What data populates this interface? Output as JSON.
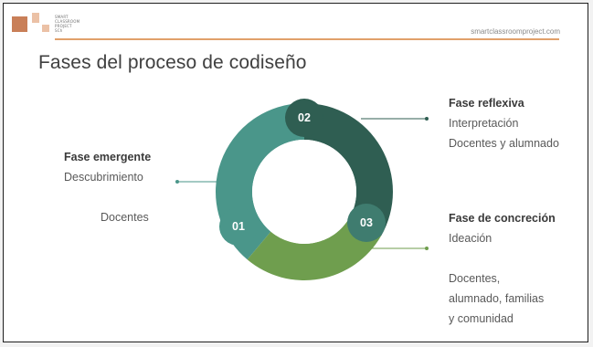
{
  "header": {
    "logo_lines": [
      "SMART",
      "CLASSROOM",
      "PROJECT",
      "SCh"
    ],
    "url": "smartclassroomproject.com"
  },
  "title": "Fases del proceso de codiseño",
  "phases": {
    "emergente": {
      "number": "01",
      "title": "Fase emergente",
      "subtitle": "Descubrimiento",
      "participants": [
        "Docentes"
      ],
      "color": "#4a968a"
    },
    "reflexiva": {
      "number": "02",
      "title": "Fase reflexiva",
      "subtitle": "Interpretación",
      "participants": [
        "Docentes y alumnado"
      ],
      "color": "#2f5e52"
    },
    "concrecion": {
      "number": "03",
      "title": "Fase de concreción",
      "subtitle": "Ideación",
      "participants": [
        "Docentes,",
        "alumnado,  familias",
        "y comunidad"
      ],
      "color": "#6f9e4e"
    }
  },
  "colors": {
    "accent": "#e1a06a",
    "logo_dark": "#c97f58",
    "logo_light": "#ebc1a6"
  }
}
